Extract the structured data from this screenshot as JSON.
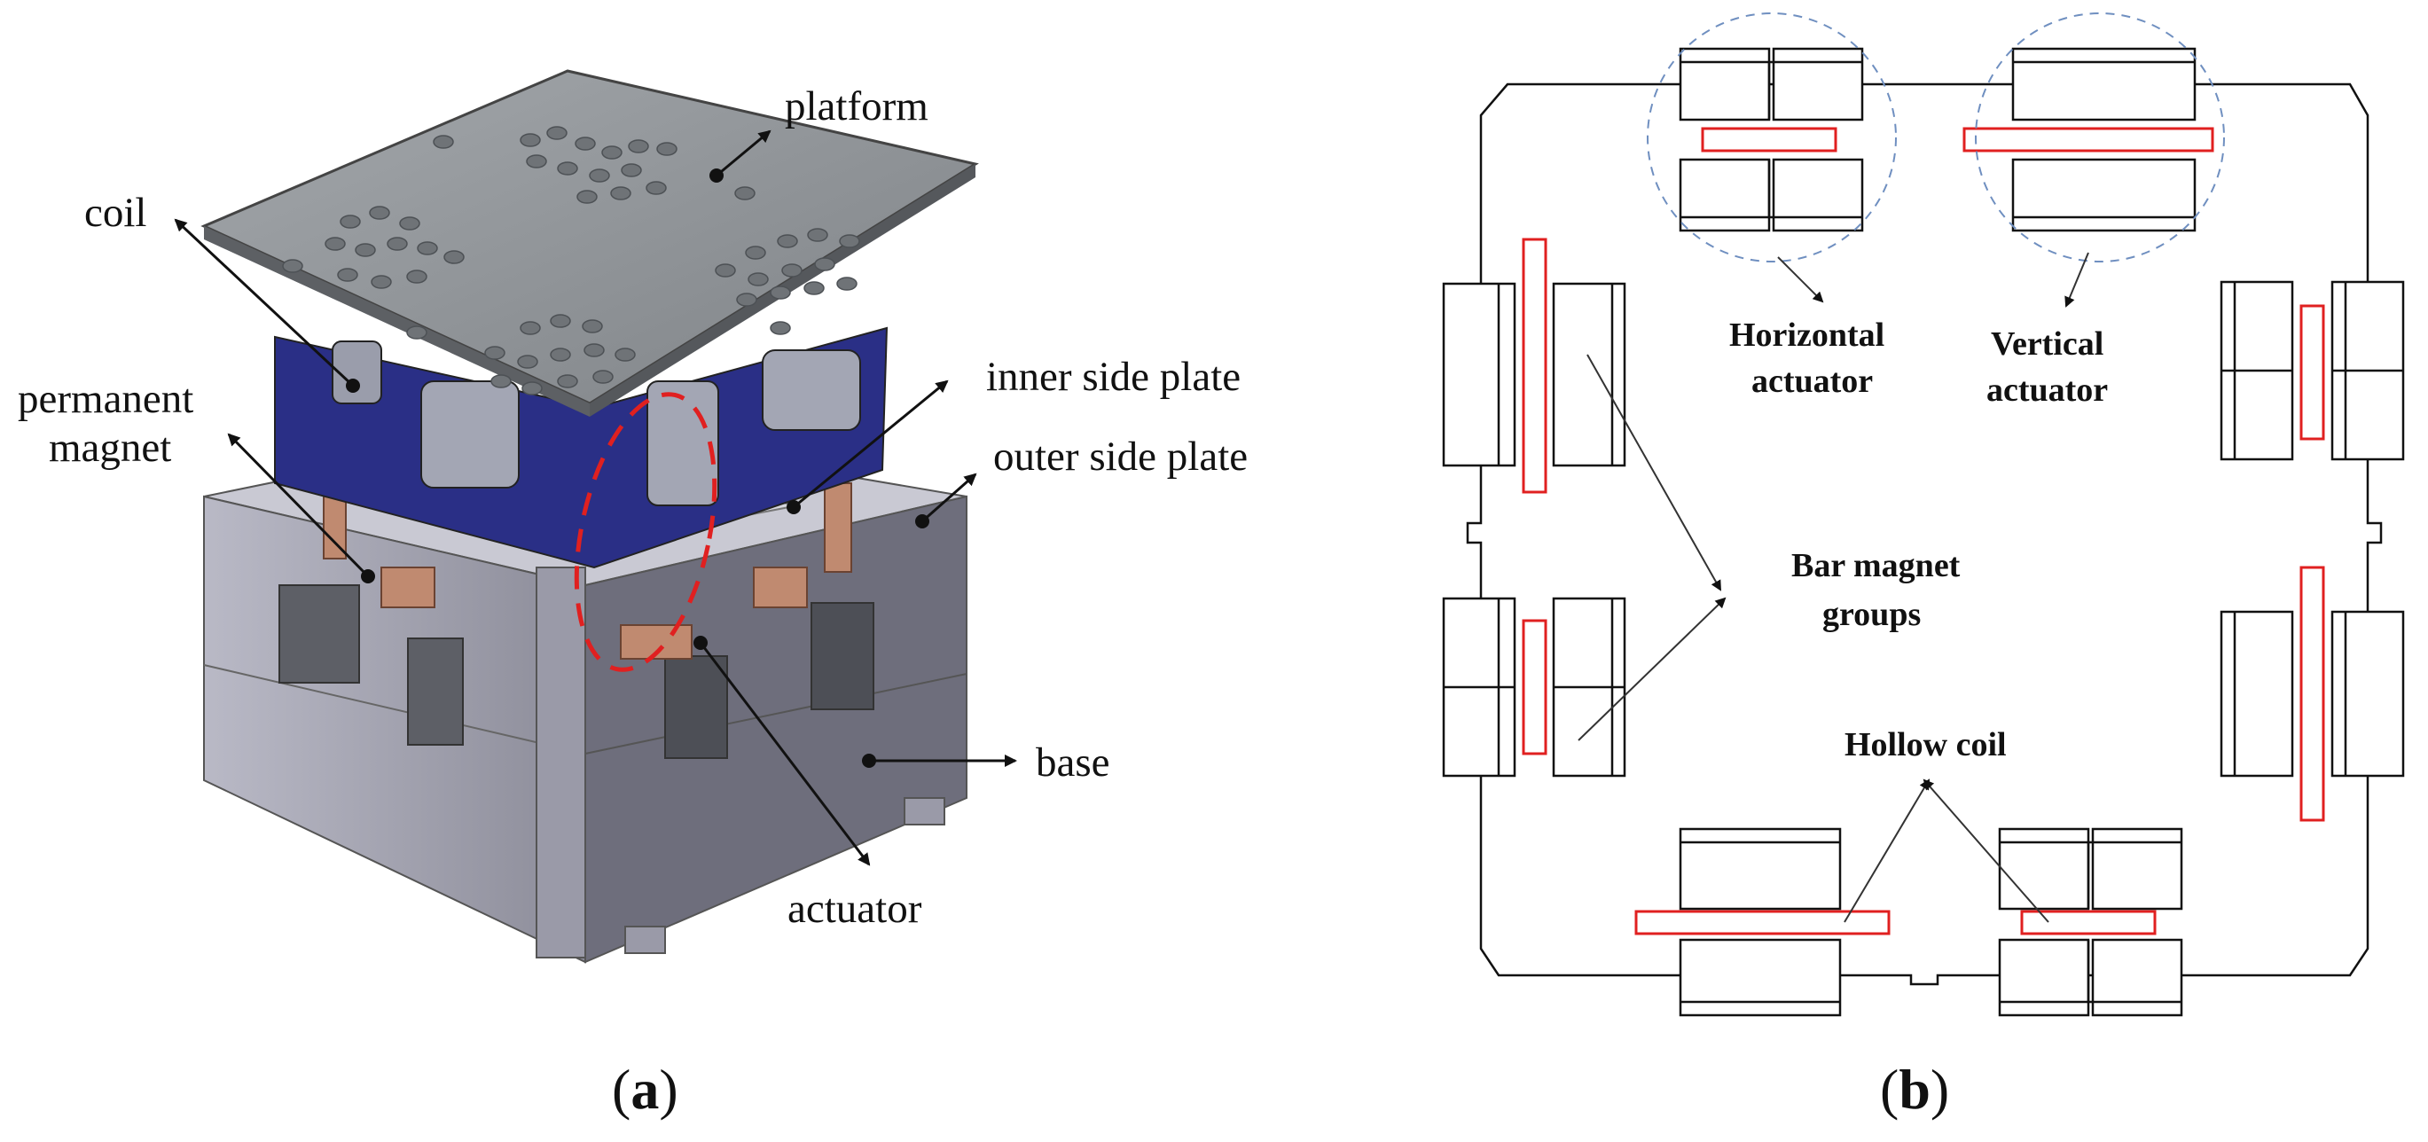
{
  "panel_a": {
    "caption": "(a)",
    "caption_letter": "a",
    "labels": {
      "platform": "platform",
      "coil": "coil",
      "permanent_magnet_1": "permanent",
      "permanent_magnet_2": "magnet",
      "inner_side_plate": "inner side plate",
      "outer_side_plate": "outer side plate",
      "base": "base",
      "actuator": "actuator"
    },
    "colors": {
      "platform": "#8e9296",
      "coil_band": "#2a2f86",
      "base": "#a6a6b4",
      "magnet": "#c08a70",
      "highlight": "#e02020"
    }
  },
  "panel_b": {
    "caption": "(b)",
    "caption_letter": "b",
    "labels": {
      "horizontal_1": "Horizontal",
      "horizontal_2": "actuator",
      "vertical_1": "Vertical",
      "vertical_2": "actuator",
      "bar_magnet_1": "Bar magnet",
      "bar_magnet_2": "groups",
      "hollow_coil": "Hollow coil"
    },
    "colors": {
      "coil": "#e02020",
      "outline": "#111111",
      "highlight_circle": "#6f8fc0"
    }
  }
}
